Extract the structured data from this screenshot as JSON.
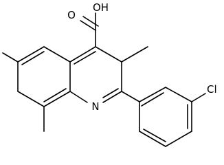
{
  "molecule": {
    "atoms": {
      "oh_label": "OH",
      "o_label": "O",
      "n_label": "N",
      "cl_label": "Cl"
    },
    "colors": {
      "bond": "#000000",
      "text": "#000000",
      "background": "#ffffff"
    }
  }
}
